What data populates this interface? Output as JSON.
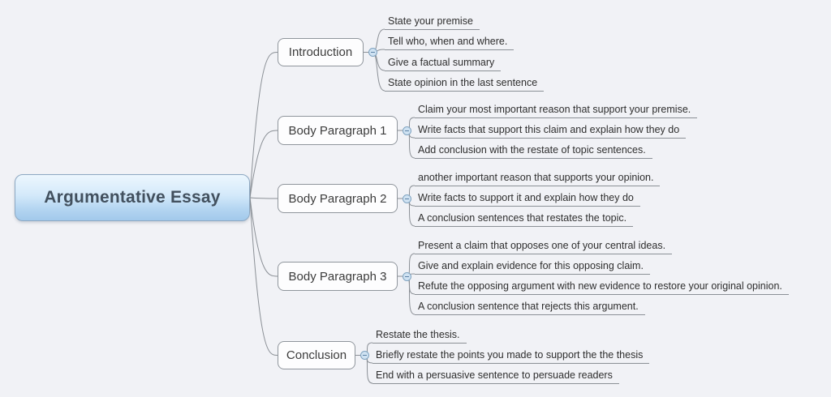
{
  "root": {
    "label": "Argumentative Essay"
  },
  "branches": [
    {
      "label": "Introduction",
      "children": [
        "State your premise",
        "Tell who, when and where.",
        "Give a factual summary",
        "State opinion in the last sentence"
      ]
    },
    {
      "label": "Body Paragraph 1",
      "children": [
        "Claim your most important reason that support your premise.",
        "Write facts that support this claim and explain how they do",
        "Add conclusion with the restate of topic sentences."
      ]
    },
    {
      "label": "Body Paragraph 2",
      "children": [
        "another important reason that supports your opinion.",
        "Write facts to support it and explain how they do",
        "A conclusion sentences that restates the topic."
      ]
    },
    {
      "label": "Body Paragraph 3",
      "children": [
        "Present a claim that opposes one of your central ideas.",
        "Give and explain evidence for this opposing claim.",
        "Refute the opposing argument with new evidence to restore your original opinion.",
        "A conclusion sentence that rejects this argument."
      ]
    },
    {
      "label": "Conclusion",
      "children": [
        "Restate the thesis.",
        "Briefly restate the points you made to support the the thesis",
        "End with a persuasive sentence to persuade readers"
      ]
    }
  ],
  "colors": {
    "background": "#f1f2f6",
    "connector": "#8b9096",
    "root_fill_top": "#edf7fe",
    "root_fill_bottom": "#a2c9eb",
    "root_border": "#8da8c2",
    "root_text": "#42505e",
    "node_fill": "#fdfdfe",
    "node_border": "#8f959c",
    "node_text": "#3c3c3c",
    "leaf_text": "#2e2e2e",
    "toggle_fill": "#cfe2f2",
    "toggle_border": "#7fa3c0"
  }
}
